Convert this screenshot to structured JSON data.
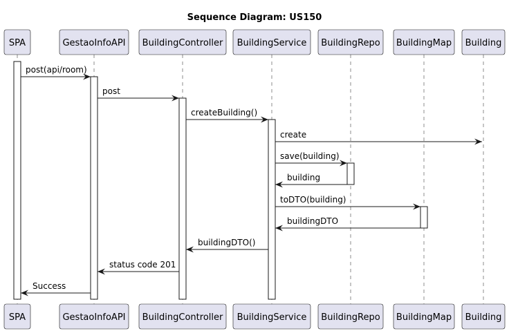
{
  "title": "Sequence Diagram: US150",
  "participants": [
    "SPA",
    "GestaoInfoAPI",
    "BuildingController",
    "BuildingService",
    "BuildingRepo",
    "BuildingMap",
    "Building"
  ],
  "messages": [
    {
      "from": "SPA",
      "to": "GestaoInfoAPI",
      "label": "post(api/room)"
    },
    {
      "from": "GestaoInfoAPI",
      "to": "BuildingController",
      "label": "post"
    },
    {
      "from": "BuildingController",
      "to": "BuildingService",
      "label": "createBuilding()"
    },
    {
      "from": "BuildingService",
      "to": "Building",
      "label": "create"
    },
    {
      "from": "BuildingService",
      "to": "BuildingRepo",
      "label": "save(building)"
    },
    {
      "from": "BuildingRepo",
      "to": "BuildingService",
      "label": "building"
    },
    {
      "from": "BuildingService",
      "to": "BuildingMap",
      "label": "toDTO(building)"
    },
    {
      "from": "BuildingMap",
      "to": "BuildingService",
      "label": "buildingDTO"
    },
    {
      "from": "BuildingService",
      "to": "BuildingController",
      "label": "buildingDTO()"
    },
    {
      "from": "BuildingController",
      "to": "GestaoInfoAPI",
      "label": "status code 201"
    },
    {
      "from": "GestaoInfoAPI",
      "to": "SPA",
      "label": "Success"
    }
  ]
}
